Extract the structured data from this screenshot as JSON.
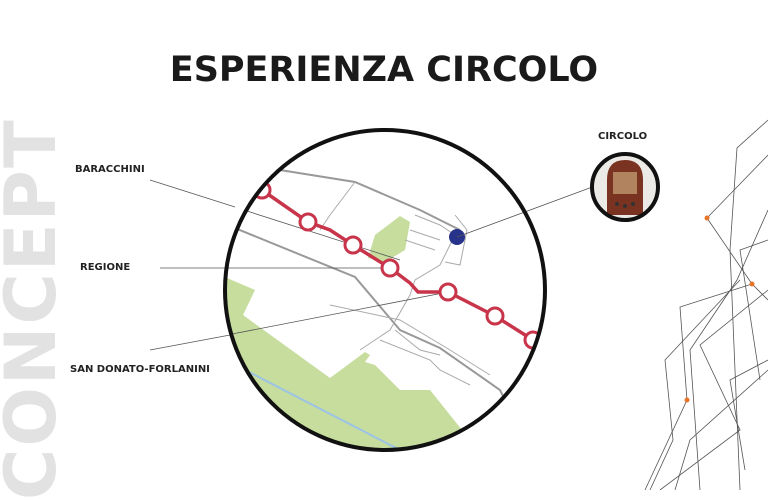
{
  "side_text": "CONCEPT",
  "title": "ESPERIENZA CIRCOLO",
  "labels": {
    "baracchini": "BARACCHINI",
    "regione": "REGIONE",
    "san_donato": "SAN DONATO-FORLANINI",
    "circolo": "CIRCOLO"
  },
  "colors": {
    "metro_line": "#c8344a",
    "location_dot": "#27338a",
    "park": "#c6dd9e",
    "accent_dots": "#e8742a"
  }
}
